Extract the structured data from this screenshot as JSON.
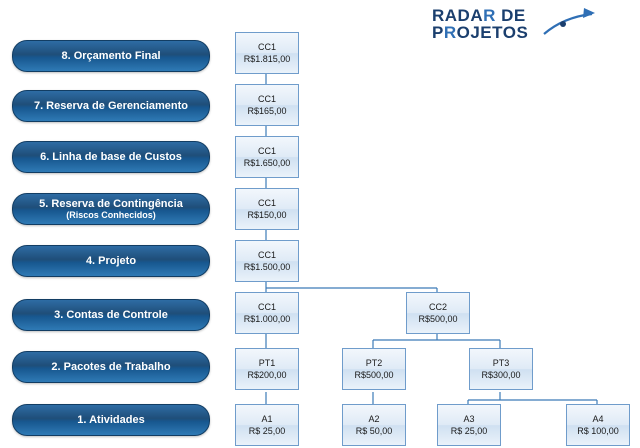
{
  "logo": {
    "line1": "RADA",
    "line1_accent": "R",
    "line2_a": "P",
    "line2_b": "OJETOS",
    "line2_accent": "R",
    "full": "RADAR DE PROJETOS"
  },
  "levels": [
    {
      "id": "level-8",
      "label": "8. Orçamento Final",
      "sub": ""
    },
    {
      "id": "level-7",
      "label": "7. Reserva de Gerenciamento",
      "sub": ""
    },
    {
      "id": "level-6",
      "label": "6. Linha de base de Custos",
      "sub": ""
    },
    {
      "id": "level-5",
      "label": "5. Reserva de Contingência",
      "sub": "(Riscos Conhecidos)"
    },
    {
      "id": "level-4",
      "label": "4. Projeto",
      "sub": ""
    },
    {
      "id": "level-3",
      "label": "3. Contas de Controle",
      "sub": ""
    },
    {
      "id": "level-2",
      "label": "2. Pacotes de Trabalho",
      "sub": ""
    },
    {
      "id": "level-1",
      "label": "1. Atividades",
      "sub": ""
    }
  ],
  "nodes": [
    {
      "id": "n-cc1-8",
      "title": "CC1",
      "value": "R$1.815,00"
    },
    {
      "id": "n-cc1-7",
      "title": "CC1",
      "value": "R$165,00"
    },
    {
      "id": "n-cc1-6",
      "title": "CC1",
      "value": "R$1.650,00"
    },
    {
      "id": "n-cc1-5",
      "title": "CC1",
      "value": "R$150,00"
    },
    {
      "id": "n-cc1-4",
      "title": "CC1",
      "value": "R$1.500,00"
    },
    {
      "id": "n-cc1-3",
      "title": "CC1",
      "value": "R$1.000,00"
    },
    {
      "id": "n-cc2-3",
      "title": "CC2",
      "value": "R$500,00"
    },
    {
      "id": "n-pt1",
      "title": "PT1",
      "value": "R$200,00"
    },
    {
      "id": "n-pt2",
      "title": "PT2",
      "value": "R$500,00"
    },
    {
      "id": "n-pt3",
      "title": "PT3",
      "value": "R$300,00"
    },
    {
      "id": "n-a1",
      "title": "A1",
      "value": "R$ 25,00"
    },
    {
      "id": "n-a2",
      "title": "A2",
      "value": "R$ 50,00"
    },
    {
      "id": "n-a3",
      "title": "A3",
      "value": "R$ 25,00"
    },
    {
      "id": "n-a4",
      "title": "A4",
      "value": "R$ 100,00"
    }
  ],
  "colors": {
    "label_blue_dark": "#1f4e79",
    "label_blue_light": "#2f7ab5",
    "box_border": "#6f9ccb",
    "connector": "#3c7bb8",
    "logo_navy": "#1b3f6e",
    "logo_accent": "#2f6fb5"
  }
}
